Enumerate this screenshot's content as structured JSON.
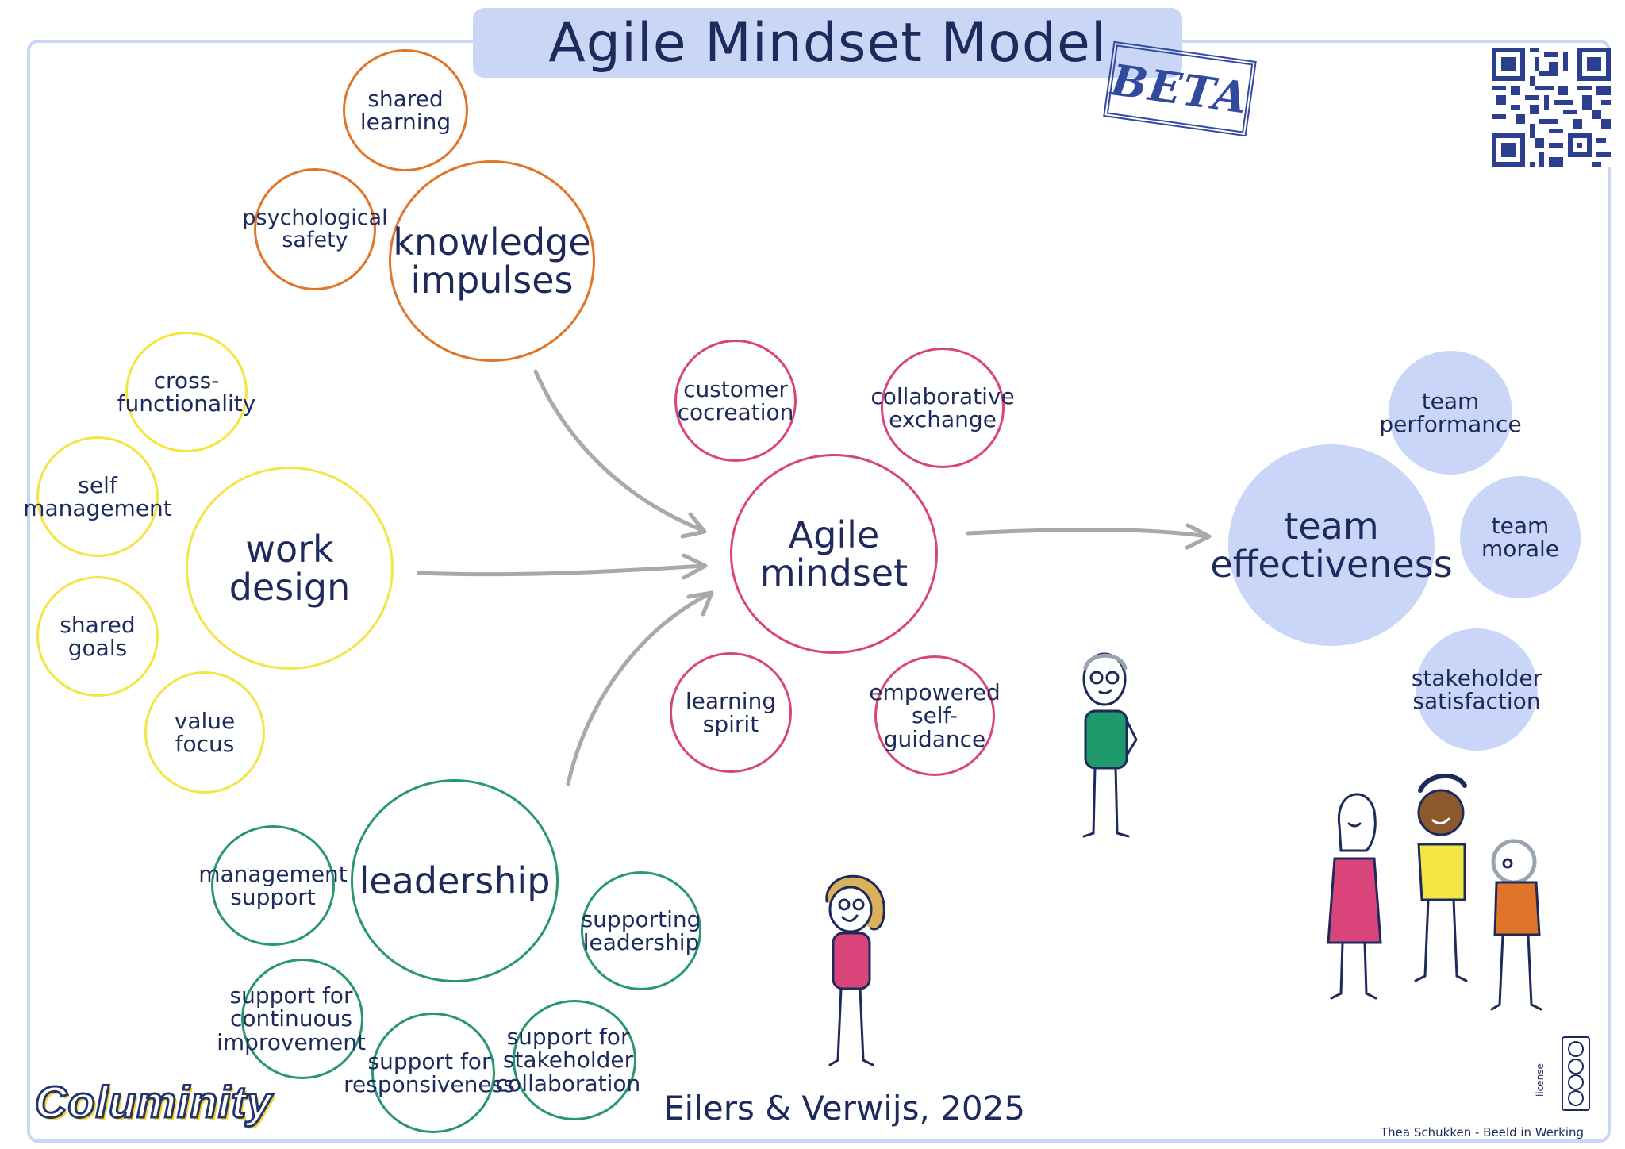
{
  "title": "Agile Mindset Model",
  "stamp": "BETA",
  "citation": "Eilers & Verwijs, 2025",
  "credit": "Thea Schukken - Beeld in Werking",
  "logo": "Columinity",
  "license_label": "license",
  "icons": [
    "qr-code-icon",
    "cc-license-icon",
    "arrow-icon",
    "person-illustration"
  ],
  "colors": {
    "title_background": "#c9d6f5",
    "knowledge_impulses": "#e07428",
    "work_design": "#f3e543",
    "leadership": "#27976f",
    "agile_mindset": "#d9457b",
    "team_effectiveness": "#c9d6f8",
    "text": "#1f2a5c"
  },
  "clusters": {
    "knowledge": {
      "label": "knowledge\nimpulses",
      "items": [
        "shared\nlearning",
        "psychological\nsafety"
      ]
    },
    "work_design": {
      "label": "work\ndesign",
      "items": [
        "cross-\nfunctionality",
        "self\nmanagement",
        "shared\ngoals",
        "value\nfocus"
      ]
    },
    "leadership": {
      "label": "leadership",
      "items": [
        "management\nsupport",
        "supporting\nleadership",
        "support for\ncontinuous\nimprovement",
        "support for\nresponsiveness",
        "support for\nstakeholder\ncollaboration"
      ]
    },
    "agile_mindset": {
      "label": "Agile\nmindset",
      "items": [
        "customer\ncocreation",
        "collaborative\nexchange",
        "learning\nspirit",
        "empowered\nself-guidance"
      ]
    },
    "team_effectiveness": {
      "label": "team\neffectiveness",
      "items": [
        "team\nperformance",
        "team\nmorale",
        "stakeholder\nsatisfaction"
      ]
    }
  }
}
